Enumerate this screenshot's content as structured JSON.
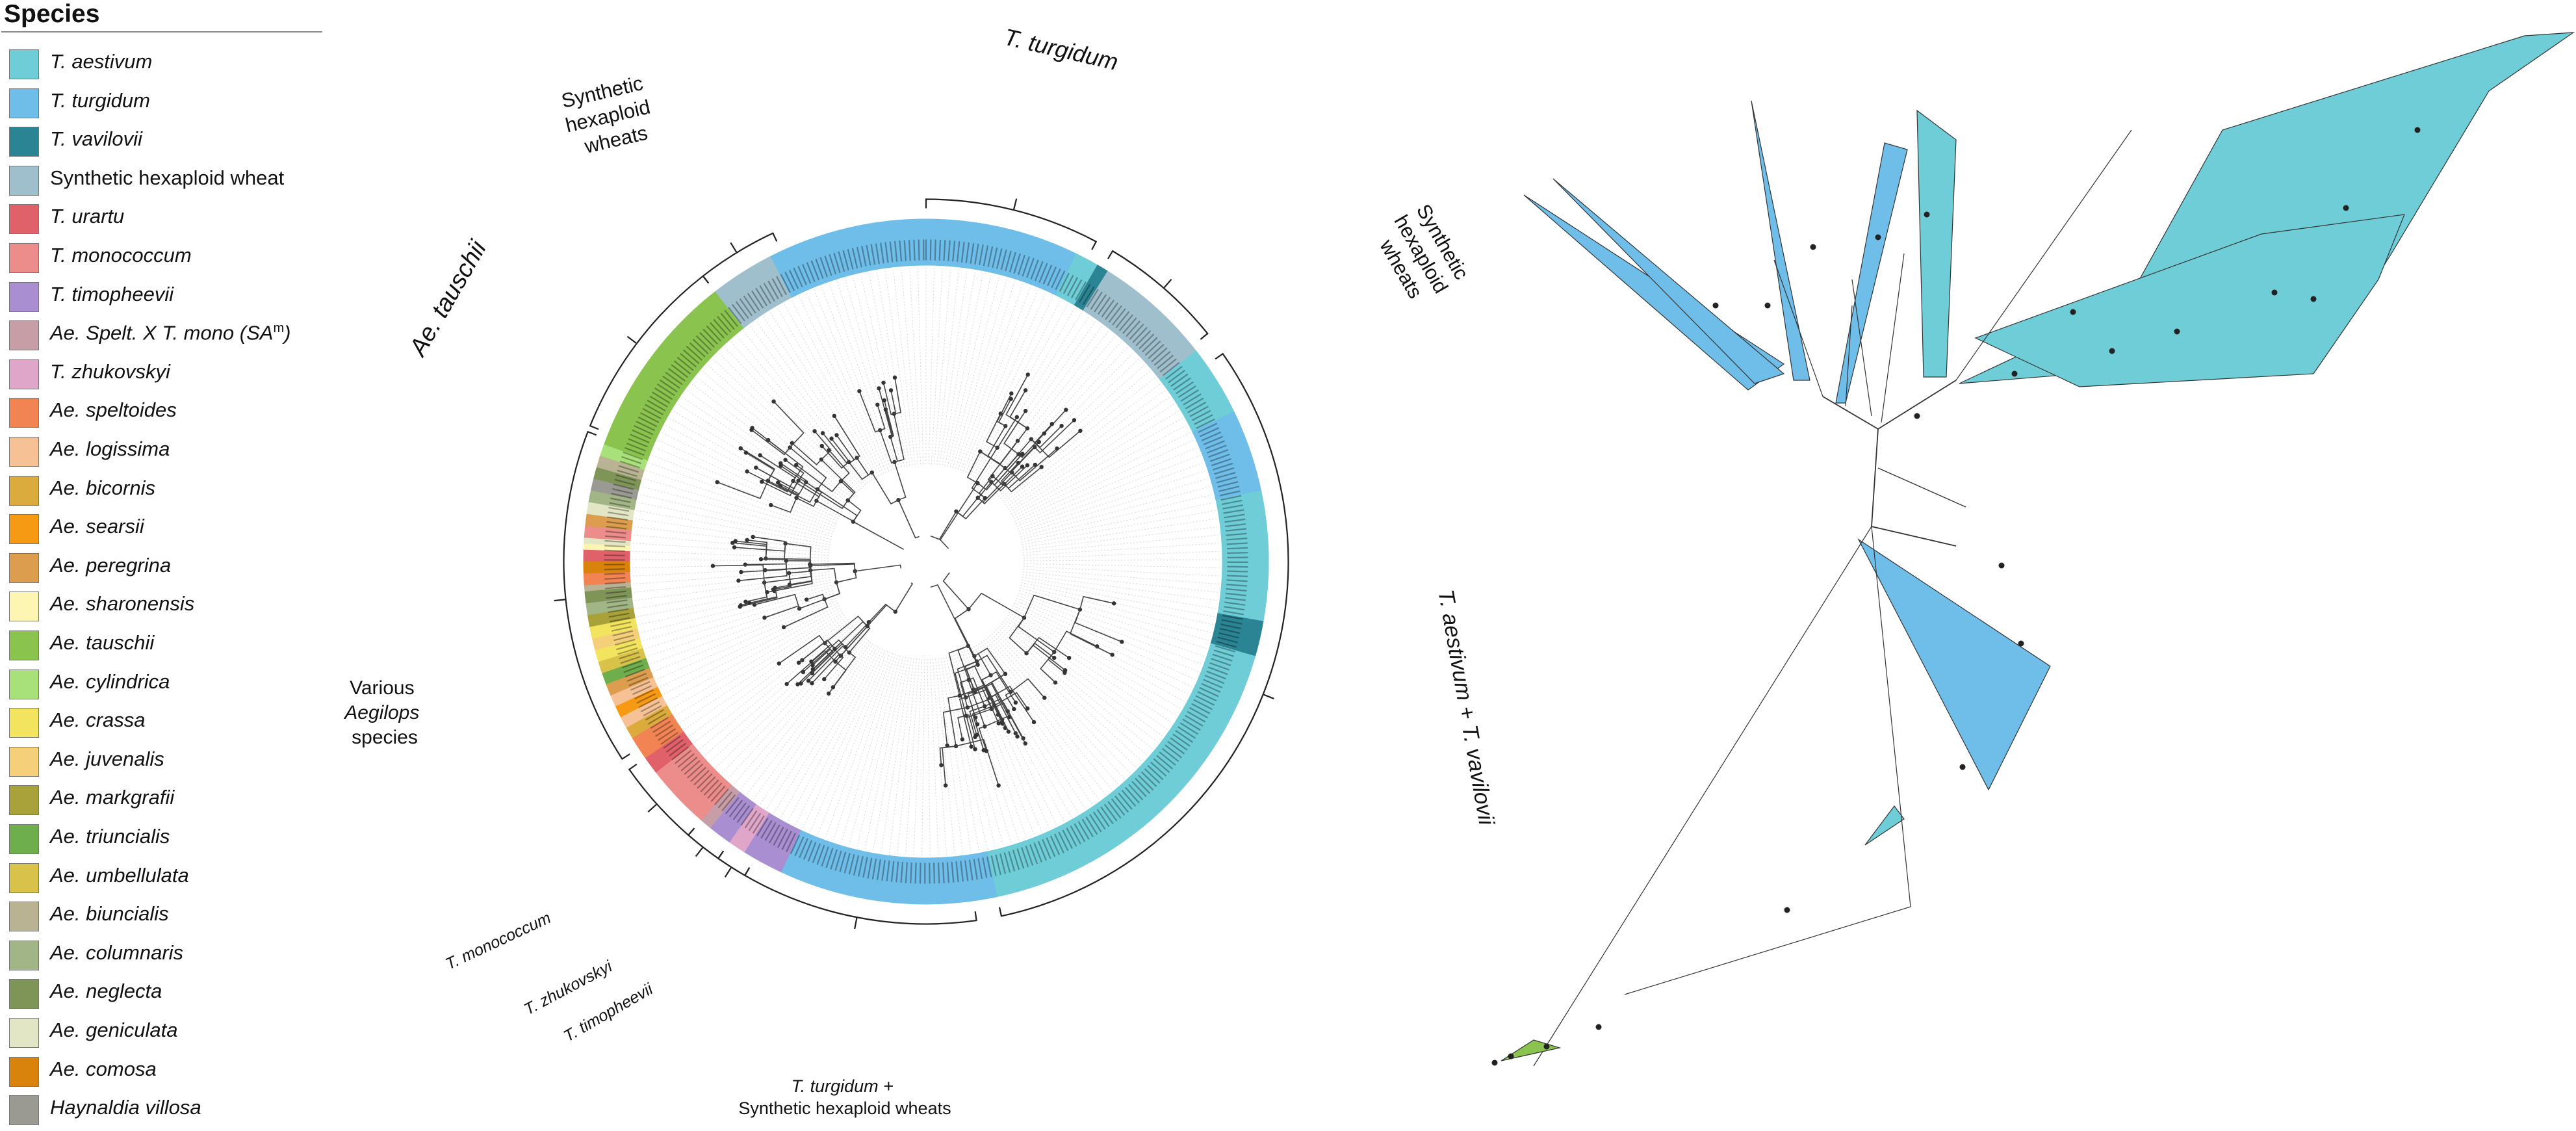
{
  "legend": {
    "title": "Species",
    "items": [
      {
        "label": "T. aestivum",
        "color": "#6ecdd6",
        "italic": true
      },
      {
        "label": "T. turgidum",
        "color": "#6fbde9",
        "italic": true
      },
      {
        "label": "T. vavilovii",
        "color": "#2a8494",
        "italic": true
      },
      {
        "label": "Synthetic hexaploid wheat",
        "color": "#9fbfcc",
        "italic": false
      },
      {
        "label": "T. urartu",
        "color": "#e0616a",
        "italic": true
      },
      {
        "label": "T. monococcum",
        "color": "#ec8c8b",
        "italic": true
      },
      {
        "label": "T. timopheevii",
        "color": "#a98fd1",
        "italic": true
      },
      {
        "label": "Ae. Spelt. X T. mono (SA",
        "sup": "m",
        "suffix": ")",
        "color": "#c79ea6",
        "italic": true
      },
      {
        "label": "T. zhukovskyi",
        "color": "#dfa6c9",
        "italic": true
      },
      {
        "label": "Ae. speltoides",
        "color": "#f28453",
        "italic": true
      },
      {
        "label": "Ae. logissima",
        "color": "#f6c194",
        "italic": true
      },
      {
        "label": "Ae. bicornis",
        "color": "#dbab3d",
        "italic": true
      },
      {
        "label": "Ae. searsii",
        "color": "#f59a12",
        "italic": true
      },
      {
        "label": "Ae. peregrina",
        "color": "#dc9d4f",
        "italic": true
      },
      {
        "label": "Ae. sharonensis",
        "color": "#fdf6b3",
        "italic": true
      },
      {
        "label": "Ae. tauschii",
        "color": "#8bc34f",
        "italic": true
      },
      {
        "label": "Ae. cylindrica",
        "color": "#a8e07a",
        "italic": true
      },
      {
        "label": "Ae. crassa",
        "color": "#f2e45e",
        "italic": true
      },
      {
        "label": "Ae. juvenalis",
        "color": "#f5cf7a",
        "italic": true
      },
      {
        "label": "Ae. markgrafii",
        "color": "#a9a23a",
        "italic": true
      },
      {
        "label": "Ae. triuncialis",
        "color": "#6fae4d",
        "italic": true
      },
      {
        "label": "Ae. umbellulata",
        "color": "#d9c24a",
        "italic": true
      },
      {
        "label": "Ae. biuncialis",
        "color": "#b9b394",
        "italic": true
      },
      {
        "label": "Ae. columnaris",
        "color": "#a1b587",
        "italic": true
      },
      {
        "label": "Ae. neglecta",
        "color": "#7f9558",
        "italic": true
      },
      {
        "label": "Ae. geniculata",
        "color": "#e3e6c4",
        "italic": true
      },
      {
        "label": "Ae. comosa",
        "color": "#d9820c",
        "italic": true
      },
      {
        "label": "Haynaldia villosa",
        "color": "#9a9a93",
        "italic": true
      }
    ]
  },
  "clades": {
    "t_turgidum": "T. turgidum",
    "synthetic_top": [
      "Synthetic",
      "hexaploid",
      "wheats"
    ],
    "synthetic_right": [
      "Synthetic",
      "hexaploid",
      "wheats"
    ],
    "ae_tauschii": "Ae. tauschii",
    "aestivum_vavilovii": "T. aestivum + T. vavilovii",
    "various_aegilops": [
      "Various",
      "Aegilops",
      "species"
    ],
    "t_monococcum": "T. monococcum",
    "t_zhukovskyi": "T. zhukovskyi",
    "t_timopheevii": "T. timopheevii",
    "turgidum_synthetic": [
      "T. turgidum +",
      "Synthetic hexaploid wheats"
    ]
  }
}
